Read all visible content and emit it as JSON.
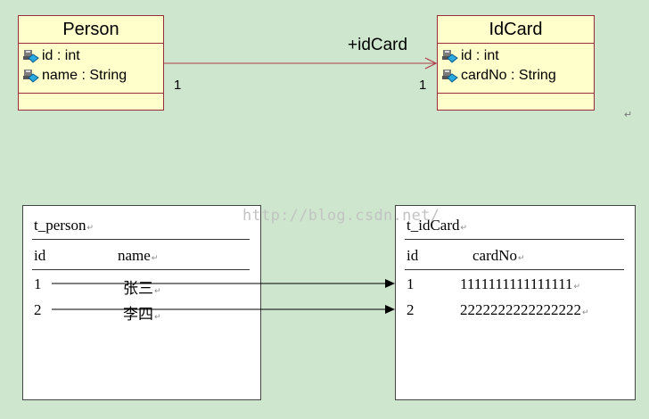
{
  "uml": {
    "person": {
      "name": "Person",
      "attributes": [
        "id : int",
        "name : String"
      ]
    },
    "idcard": {
      "name": "IdCard",
      "attributes": [
        "id : int",
        "cardNo : String"
      ]
    },
    "association": {
      "role": "+idCard",
      "source_multiplicity": "1",
      "target_multiplicity": "1"
    },
    "paragraph_mark": "↵"
  },
  "tables": {
    "person": {
      "name": "t_person",
      "columns": [
        "id",
        "name"
      ],
      "rows": [
        {
          "id": "1",
          "name": "张三"
        },
        {
          "id": "2",
          "name": "李四"
        }
      ]
    },
    "idcard": {
      "name": "t_idCard",
      "columns": [
        "id",
        "cardNo"
      ],
      "rows": [
        {
          "id": "1",
          "cardNo": "1111111111111111"
        },
        {
          "id": "2",
          "cardNo": "2222222222222222"
        }
      ]
    }
  },
  "watermark": "http://blog.csdn.net/",
  "colors": {
    "background": "#cde6cd",
    "class_fill": "#ffffcc",
    "class_border": "#9a2b3a",
    "association_line": "#b03a4a"
  }
}
